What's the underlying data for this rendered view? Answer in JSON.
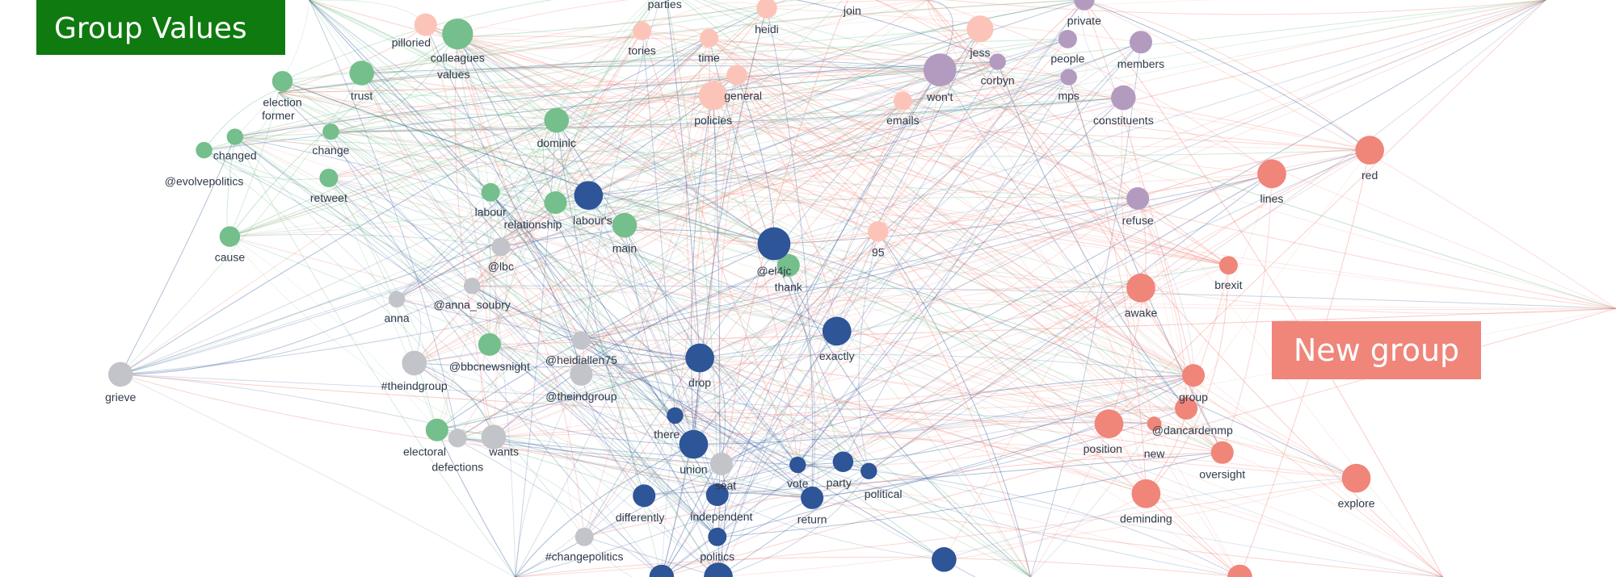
{
  "badges": {
    "group_values": "Group Values",
    "new_group": "New group"
  },
  "group_colors": {
    "green": "#74bf8b",
    "pink": "#fcc4b8",
    "purple": "#b39bbf",
    "blue": "#2d5597",
    "gray": "#c2c4c9",
    "salmon": "#f0857a"
  },
  "nodes": [
    {
      "label": "parties",
      "group": "green"
    },
    {
      "label": "colleagues",
      "group": "green"
    },
    {
      "label": "values",
      "group": "green"
    },
    {
      "label": "pilloried",
      "group": "pink"
    },
    {
      "label": "election",
      "group": "green"
    },
    {
      "label": "former",
      "group": "green"
    },
    {
      "label": "trust",
      "group": "green"
    },
    {
      "label": "changed",
      "group": "green"
    },
    {
      "label": "@evolvepolitics",
      "group": "green"
    },
    {
      "label": "change",
      "group": "green"
    },
    {
      "label": "retweet",
      "group": "green"
    },
    {
      "label": "cause",
      "group": "green"
    },
    {
      "label": "dominic",
      "group": "green"
    },
    {
      "label": "labour",
      "group": "green"
    },
    {
      "label": "relationship",
      "group": "green"
    },
    {
      "label": "main",
      "group": "green"
    },
    {
      "label": "thank",
      "group": "green"
    },
    {
      "label": "@bbcnewsnight",
      "group": "green"
    },
    {
      "label": "electoral",
      "group": "green"
    },
    {
      "label": "tories",
      "group": "pink"
    },
    {
      "label": "time",
      "group": "pink"
    },
    {
      "label": "heidi",
      "group": "pink"
    },
    {
      "label": "join",
      "group": "pink"
    },
    {
      "label": "general",
      "group": "pink"
    },
    {
      "label": "policies",
      "group": "pink"
    },
    {
      "label": "jess",
      "group": "pink"
    },
    {
      "label": "emails",
      "group": "pink"
    },
    {
      "label": "95",
      "group": "pink"
    },
    {
      "label": "private",
      "group": "purple"
    },
    {
      "label": "people",
      "group": "purple"
    },
    {
      "label": "members",
      "group": "purple"
    },
    {
      "label": "corbyn",
      "group": "purple"
    },
    {
      "label": "mps",
      "group": "purple"
    },
    {
      "label": "won't",
      "group": "purple"
    },
    {
      "label": "constituents",
      "group": "purple"
    },
    {
      "label": "refuse",
      "group": "purple"
    },
    {
      "label": "labour's",
      "group": "blue"
    },
    {
      "label": "@el4jc",
      "group": "blue"
    },
    {
      "label": "exactly",
      "group": "blue"
    },
    {
      "label": "drop",
      "group": "blue"
    },
    {
      "label": "there",
      "group": "blue"
    },
    {
      "label": "union",
      "group": "blue"
    },
    {
      "label": "vote",
      "group": "blue"
    },
    {
      "label": "party",
      "group": "blue"
    },
    {
      "label": "political",
      "group": "blue"
    },
    {
      "label": "return",
      "group": "blue"
    },
    {
      "label": "differently",
      "group": "blue"
    },
    {
      "label": "independent",
      "group": "blue"
    },
    {
      "label": "politics",
      "group": "blue"
    },
    {
      "label": "@lbc",
      "group": "gray"
    },
    {
      "label": "@anna_soubry",
      "group": "gray"
    },
    {
      "label": "anna",
      "group": "gray"
    },
    {
      "label": "@heidiallen75",
      "group": "gray"
    },
    {
      "label": "#theindgroup",
      "group": "gray"
    },
    {
      "label": "@theindgroup",
      "group": "gray"
    },
    {
      "label": "grieve",
      "group": "gray"
    },
    {
      "label": "defections",
      "group": "gray"
    },
    {
      "label": "wants",
      "group": "gray"
    },
    {
      "label": "seat",
      "group": "gray"
    },
    {
      "label": "#changepolitics",
      "group": "gray"
    },
    {
      "label": "red",
      "group": "salmon"
    },
    {
      "label": "lines",
      "group": "salmon"
    },
    {
      "label": "brexit",
      "group": "salmon"
    },
    {
      "label": "awake",
      "group": "salmon"
    },
    {
      "label": "group",
      "group": "salmon"
    },
    {
      "label": "@dancardenmp",
      "group": "salmon"
    },
    {
      "label": "new",
      "group": "salmon"
    },
    {
      "label": "position",
      "group": "salmon"
    },
    {
      "label": "oversight",
      "group": "salmon"
    },
    {
      "label": "explore",
      "group": "salmon"
    },
    {
      "label": "deminding",
      "group": "salmon"
    }
  ]
}
